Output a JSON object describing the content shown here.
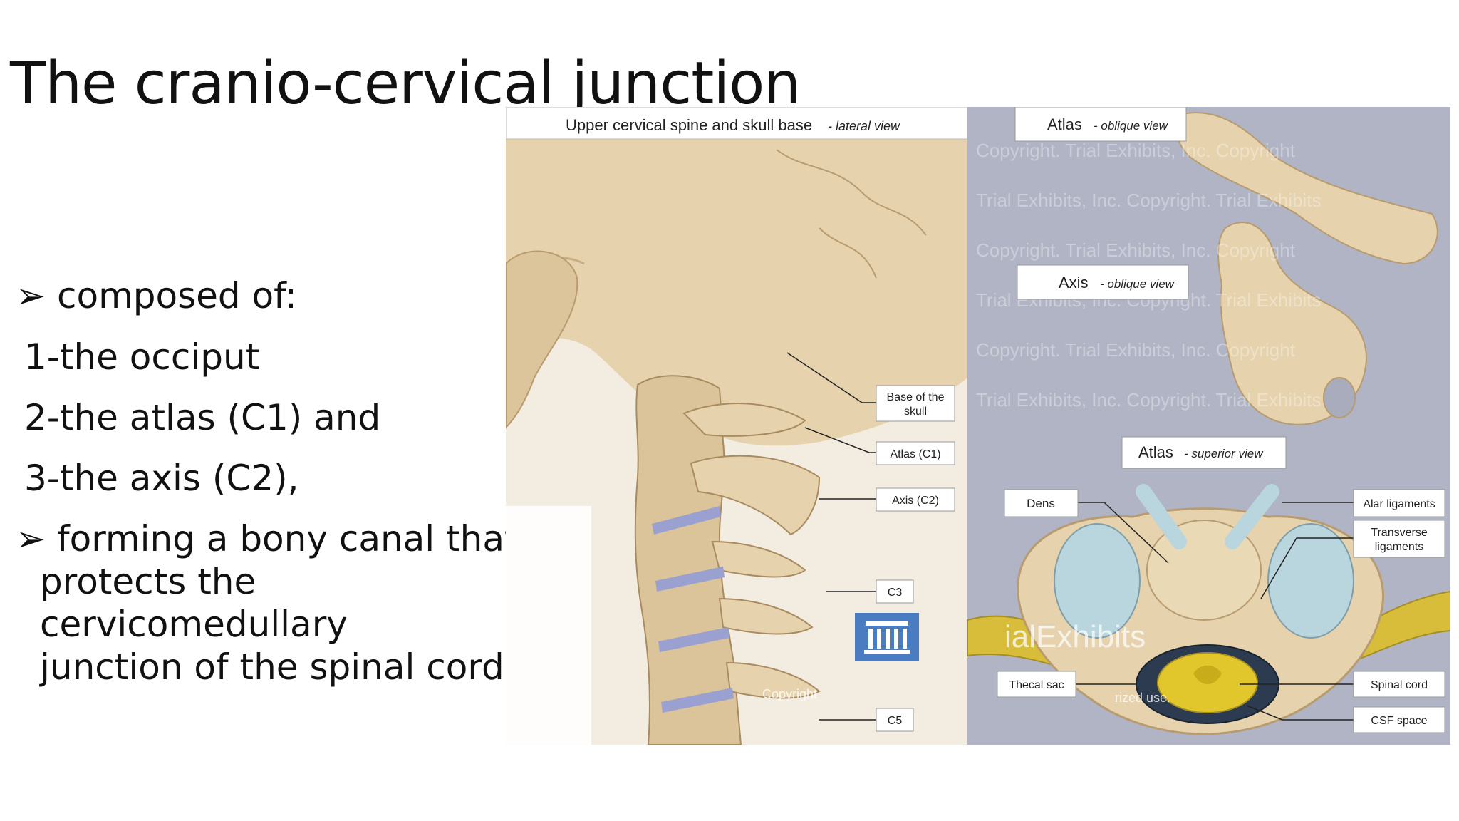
{
  "slide": {
    "title": "The cranio-cervical junction",
    "bullets": {
      "marker": "➢",
      "composed": "composed of:",
      "item1": "1-the occiput",
      "item2": "2-the atlas (C1) and",
      "item3": "3-the axis (C2),",
      "forming_l1": "forming a bony canal that",
      "forming_l2": "protects the cervicomedullary",
      "forming_l3": "junction of the spinal cord."
    }
  },
  "figure": {
    "left_panel": {
      "title": "Upper cervical spine and skull base",
      "title_view": "- lateral view",
      "labels": {
        "base1": "Base of the",
        "base2": "skull",
        "atlas": "Atlas (C1)",
        "axis": "Axis (C2)",
        "c3": "C3",
        "c5": "C5"
      }
    },
    "right_panel": {
      "atlas_oblique": "Atlas",
      "atlas_oblique_view": "- oblique view",
      "axis_oblique": "Axis",
      "axis_oblique_view": "- oblique view",
      "atlas_superior": "Atlas",
      "atlas_superior_view": "- superior view",
      "labels": {
        "dens": "Dens",
        "alar": "Alar ligaments",
        "transverse1": "Transverse",
        "transverse2": "ligaments",
        "thecal": "Thecal sac",
        "spinal_cord": "Spinal cord",
        "csf": "CSF space"
      }
    },
    "watermark": {
      "logo_text": "ialExhibits",
      "lines": [
        "Copyright. Trial Exhibits, Inc. Copyright",
        "Trial Exhibits, Inc. Copyright. Trial Exhibits"
      ],
      "copyright": "Copyright",
      "unauthorized": "rized use."
    },
    "colors": {
      "bone": "#e6d2ac",
      "bone_shadow": "#b89b6f",
      "background_right": "#a9acbd",
      "disc": "#9aa0cf",
      "ligament": "#b9d5dd",
      "nerve": "#d8bd3a",
      "cord": "#e2c72c",
      "logo": "#4a7cc2"
    }
  }
}
